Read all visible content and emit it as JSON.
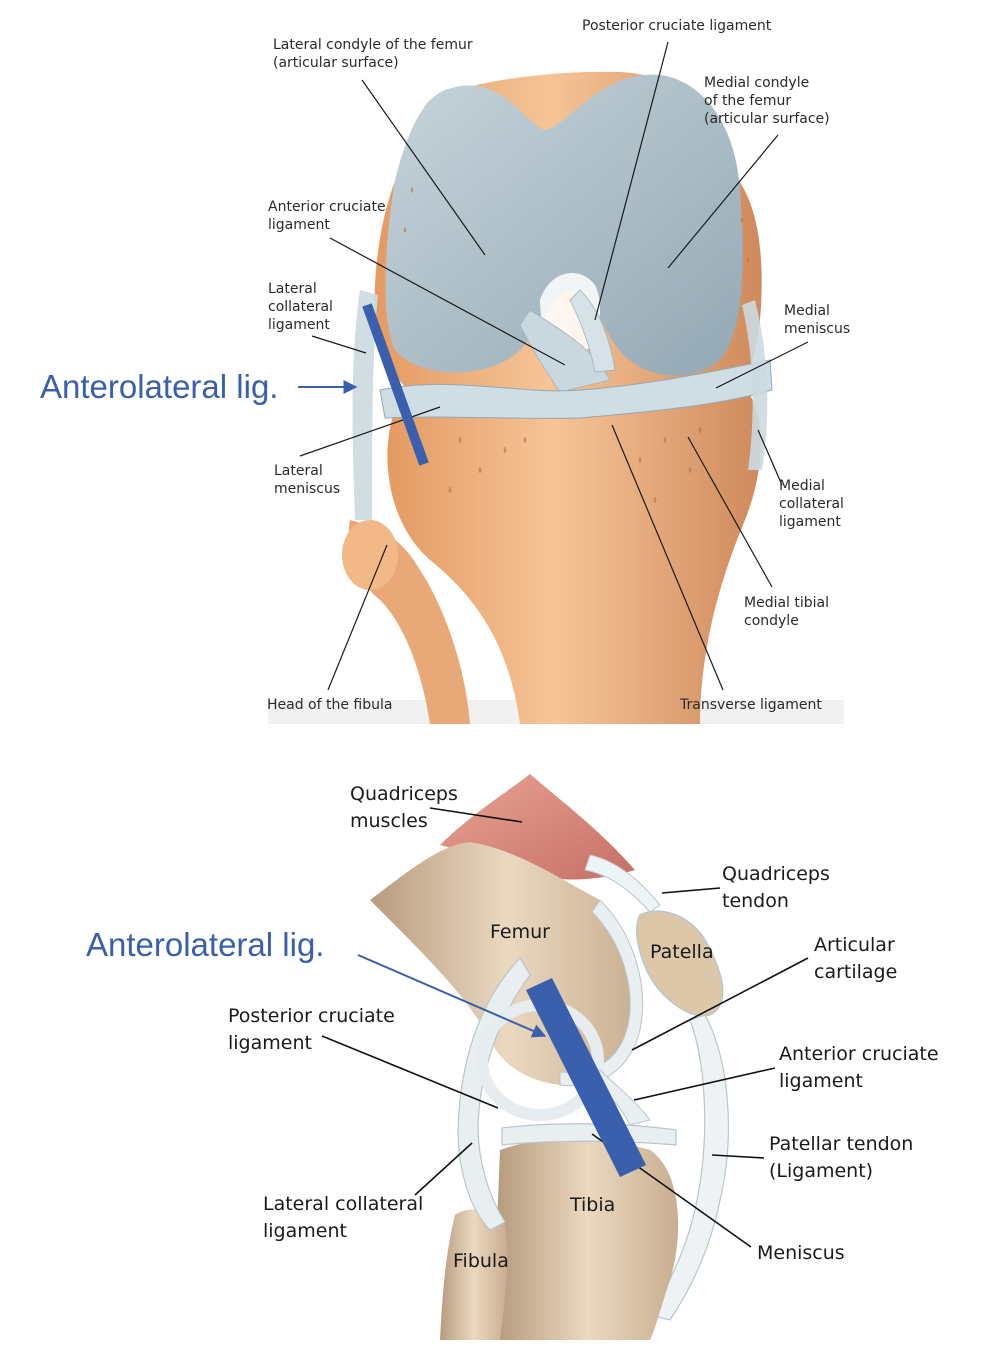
{
  "colors": {
    "annotation_blue": "#3a5fad",
    "bone": "#f0b47f",
    "cartilage": "#a9bcc6",
    "ligament": "#d0dfe6",
    "muscle": "#d98a7e",
    "bone_side": "#d8c4a8"
  },
  "top_figure": {
    "annotation": "Anterolateral lig.",
    "labels": {
      "lateral_condyle": [
        "Lateral condyle of the femur",
        "(articular surface)"
      ],
      "posterior_cruciate": [
        "Posterior cruciate ligament"
      ],
      "medial_condyle": [
        "Medial condyle",
        "of the femur",
        "(articular surface)"
      ],
      "anterior_cruciate": [
        "Anterior cruciate",
        "ligament"
      ],
      "lateral_collateral": [
        "Lateral",
        "collateral",
        "ligament"
      ],
      "medial_meniscus": [
        "Medial",
        "meniscus"
      ],
      "lateral_meniscus": [
        "Lateral",
        "meniscus"
      ],
      "medial_collateral": [
        "Medial",
        "collateral",
        "ligament"
      ],
      "medial_tibial_condyle": [
        "Medial tibial",
        "condyle"
      ],
      "head_of_fibula": [
        "Head of the fibula"
      ],
      "transverse_ligament": [
        "Transverse ligament"
      ]
    }
  },
  "bottom_figure": {
    "annotation": "Anterolateral lig.",
    "labels": {
      "quadriceps_muscles": [
        "Quadriceps",
        "muscles"
      ],
      "quadriceps_tendon": [
        "Quadriceps",
        "tendon"
      ],
      "femur": [
        "Femur"
      ],
      "patella": [
        "Patella"
      ],
      "articular_cartilage": [
        "Articular",
        "cartilage"
      ],
      "posterior_cruciate": [
        "Posterior cruciate",
        "ligament"
      ],
      "anterior_cruciate": [
        "Anterior cruciate",
        "ligament"
      ],
      "patellar_tendon": [
        "Patellar tendon",
        "(Ligament)"
      ],
      "lateral_collateral": [
        "Lateral collateral",
        "ligament"
      ],
      "tibia": [
        "Tibia"
      ],
      "meniscus": [
        "Meniscus"
      ],
      "fibula": [
        "Fibula"
      ]
    }
  }
}
